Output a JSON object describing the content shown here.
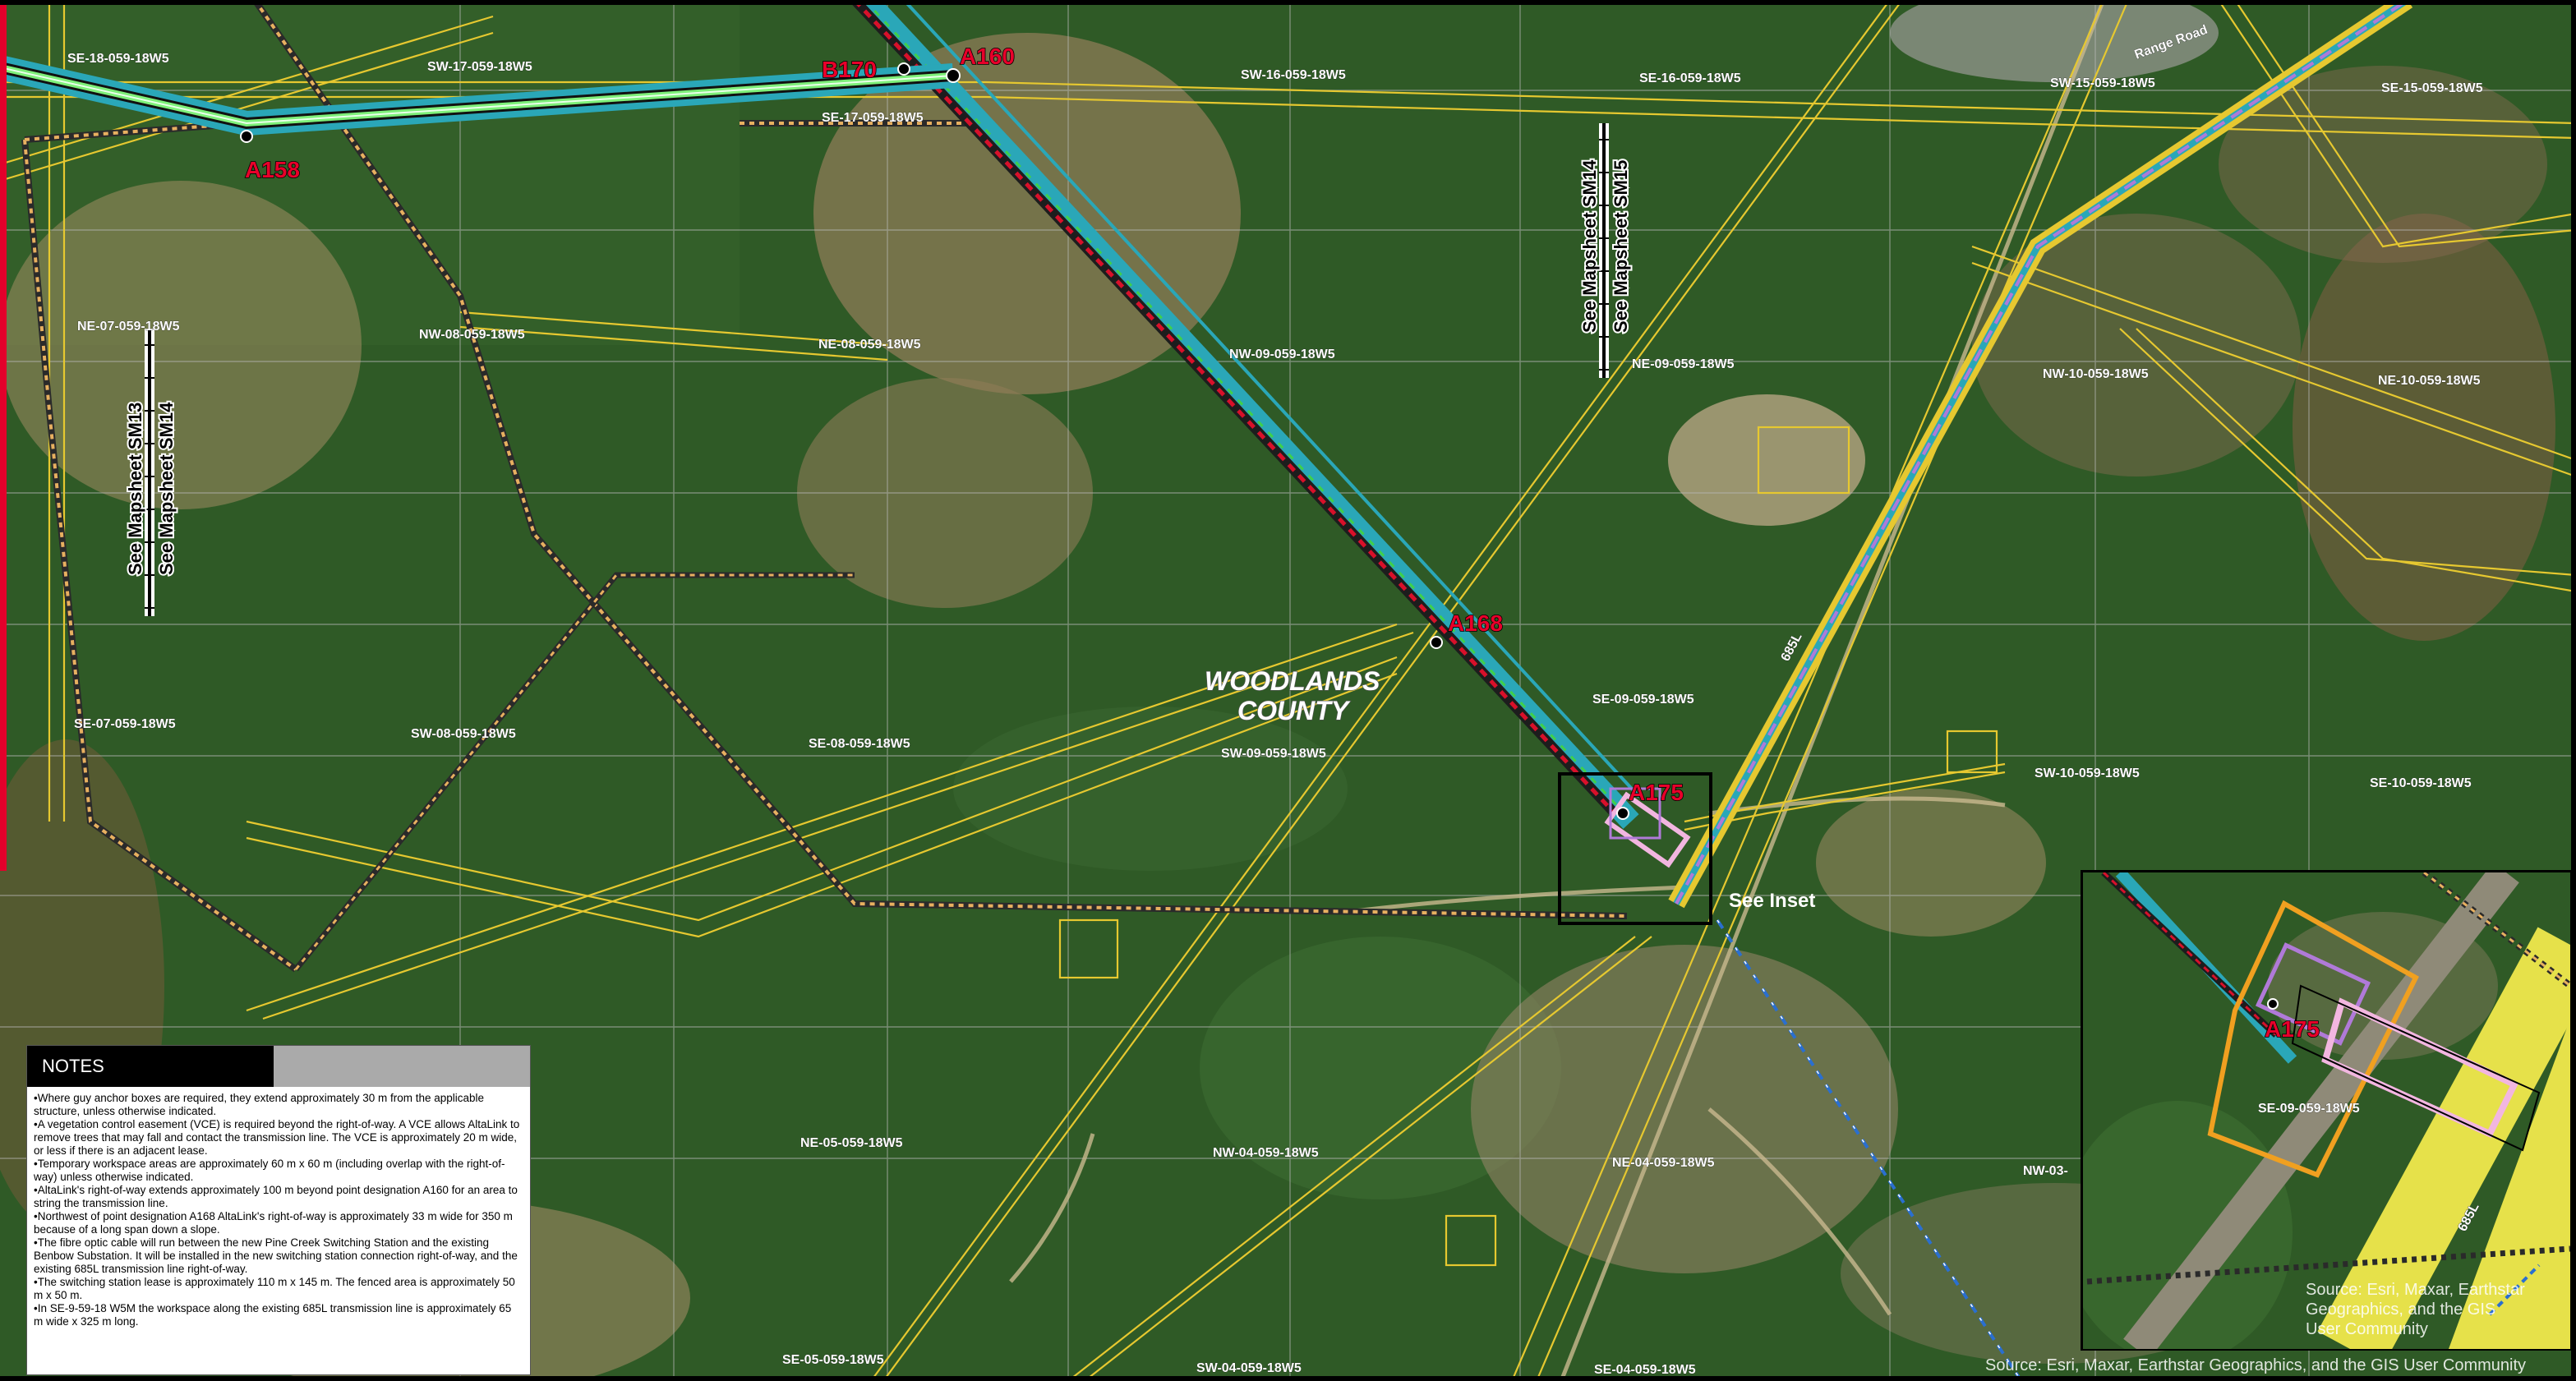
{
  "map": {
    "county_label": "WOODLANDS COUNTY",
    "county_line1": "WOODLANDS",
    "county_line2": "COUNTY",
    "road_label": "Range Road",
    "line_label": "685L",
    "see_inset": "See Inset",
    "source": "Source: Esri, Maxar, Earthstar Geographics, and the GIS User Community",
    "inset_source_l1": "Source: Esri, Maxar, Earthstar",
    "inset_source_l2": "Geographics, and the GIS",
    "inset_source_l3": "User Community",
    "mapsheet_labels": [
      {
        "l1": "See Mapsheet SM13",
        "l2": "See Mapsheet SM14"
      },
      {
        "l1": "See Mapsheet SM14",
        "l2": "See Mapsheet SM15"
      }
    ],
    "points": {
      "a158": "A158",
      "b170": "B170",
      "a160": "A160",
      "a168": "A168",
      "a175": "A175",
      "inset_a175": "A175"
    },
    "lsd_labels": {
      "se18": "SE-18-059-18W5",
      "sw17": "SW-17-059-18W5",
      "se17": "SE-17-059-18W5",
      "sw16": "SW-16-059-18W5",
      "se16": "SE-16-059-18W5",
      "sw15": "SW-15-059-18W5",
      "se15": "SE-15-059-18W5",
      "ne07": "NE-07-059-18W5",
      "nw08": "NW-08-059-18W5",
      "ne08": "NE-08-059-18W5",
      "nw09": "NW-09-059-18W5",
      "ne09": "NE-09-059-18W5",
      "nw10": "NW-10-059-18W5",
      "ne10": "NE-10-059-18W5",
      "se07": "SE-07-059-18W5",
      "sw08": "SW-08-059-18W5",
      "se08": "SE-08-059-18W5",
      "sw09": "SW-09-059-18W5",
      "se09": "SE-09-059-18W5",
      "sw10": "SW-10-059-18W5",
      "se10": "SE-10-059-18W5",
      "ne05": "NE-05-059-18W5",
      "nw04": "NW-04-059-18W5",
      "ne04": "NE-04-059-18W5",
      "nw03": "NW-03-",
      "se05": "SE-05-059-18W5",
      "sw04": "SW-04-059-18W5",
      "se04": "SE-04-059-18W5",
      "inset_se09": "SE-09-059-18W5"
    }
  },
  "notes": {
    "title": "NOTES",
    "items": [
      "Where guy anchor boxes are required, they extend approximately 30 m from the applicable structure, unless otherwise indicated.",
      "A vegetation control easement (VCE) is required beyond the right-of-way. A VCE allows AltaLink to remove trees that may fall and contact the transmission line. The VCE is approximately 20 m wide, or less if there is an adjacent lease.",
      "Temporary workspace areas are approximately 60 m x 60 m (including overlap with the right-of-way) unless otherwise indicated.",
      "AltaLink's right-of-way extends approximately 100 m beyond point designation A160 for an area to string the transmission line.",
      "Northwest of point designation A168 AltaLink's right-of-way is approximately 33 m wide for 350 m because of a long span down a slope.",
      "The fibre optic cable will run between the new Pine Creek Switching Station and the existing Benbow Substation. It will be installed in the new switching station connection right-of-way, and the existing 685L transmission line right-of-way.",
      "The switching station lease is approximately 110 m x 145 m. The fenced area is approximately 50 m x 50 m.",
      "In SE-9-59-18 W5M the workspace along the existing 685L transmission line is approximately 65 m wide x 325 m long."
    ]
  },
  "colors": {
    "forest": "#2f5a26",
    "clearing": "#9c8a62",
    "lease": "#e6c830",
    "pipeline_teal": "#2aa7b8",
    "row_red": "#d8102a",
    "row_green": "#3fd04a",
    "inset_purple": "#b07ad8",
    "inset_pink": "#f2b6e0",
    "inset_orange": "#f0a020",
    "point_label": "#e8002a"
  }
}
